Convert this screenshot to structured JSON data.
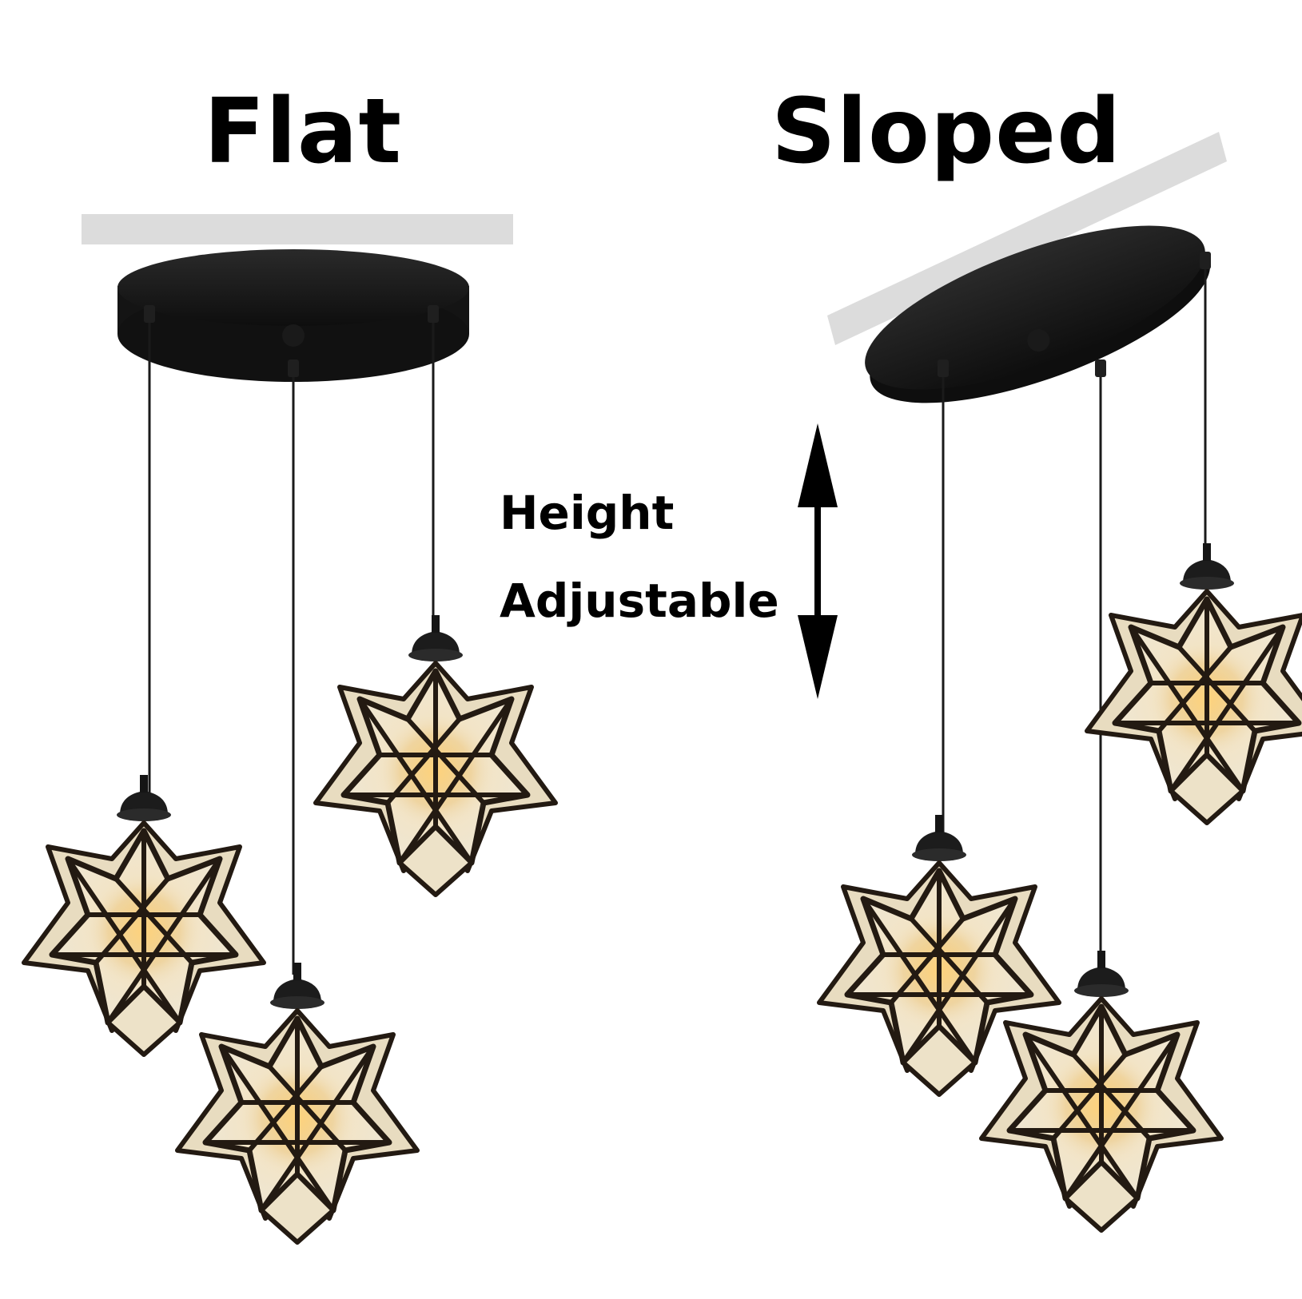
{
  "labels": {
    "flat": "Flat",
    "sloped": "Sloped",
    "height_line1": "Height",
    "height_line2": "Adjustable"
  },
  "colors": {
    "background": "#ffffff",
    "ceiling_bar": "#dcdcdc",
    "canopy": "#1b1b1b",
    "glass": "#f1e6c8",
    "glow": "#e8b85a",
    "frame": "#231a12"
  },
  "icons": {
    "arrow": "double-headed-vertical-arrow"
  }
}
